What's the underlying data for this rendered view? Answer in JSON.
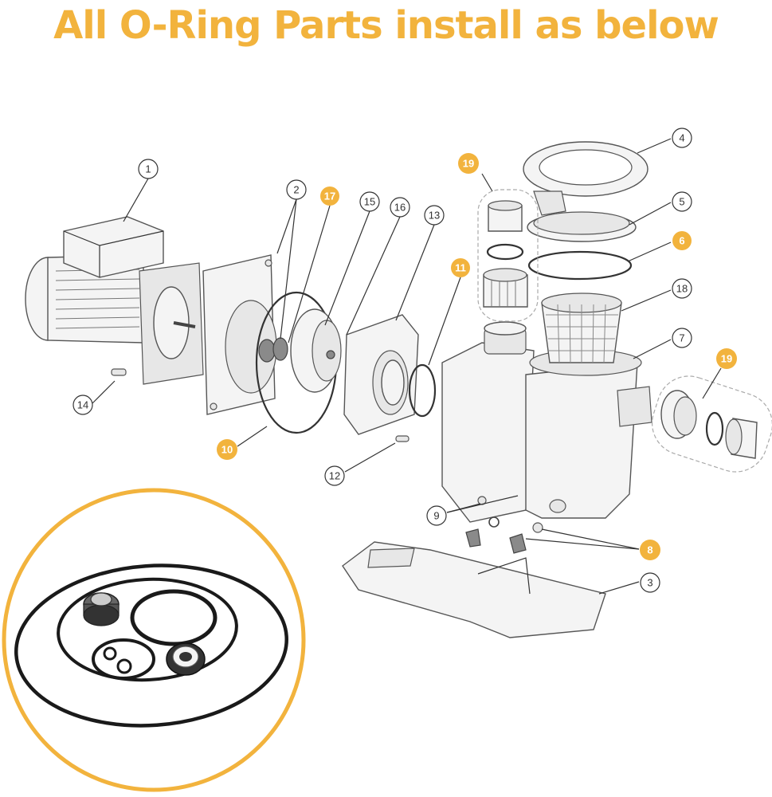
{
  "title": "All O-Ring Parts install as below",
  "colors": {
    "accent": "#F2B33D",
    "callout_outline": "#333333",
    "part_line": "#555555",
    "oring": "#1a1a1a"
  },
  "callouts": {
    "c1": "1",
    "c2": "2",
    "c3": "3",
    "c4": "4",
    "c5": "5",
    "c6": "6",
    "c7": "7",
    "c8": "8",
    "c9": "9",
    "c10": "10",
    "c11": "11",
    "c12": "12",
    "c13": "13",
    "c14": "14",
    "c15": "15",
    "c16": "16",
    "c17": "17",
    "c18": "18",
    "c19a": "19",
    "c19b": "19"
  }
}
